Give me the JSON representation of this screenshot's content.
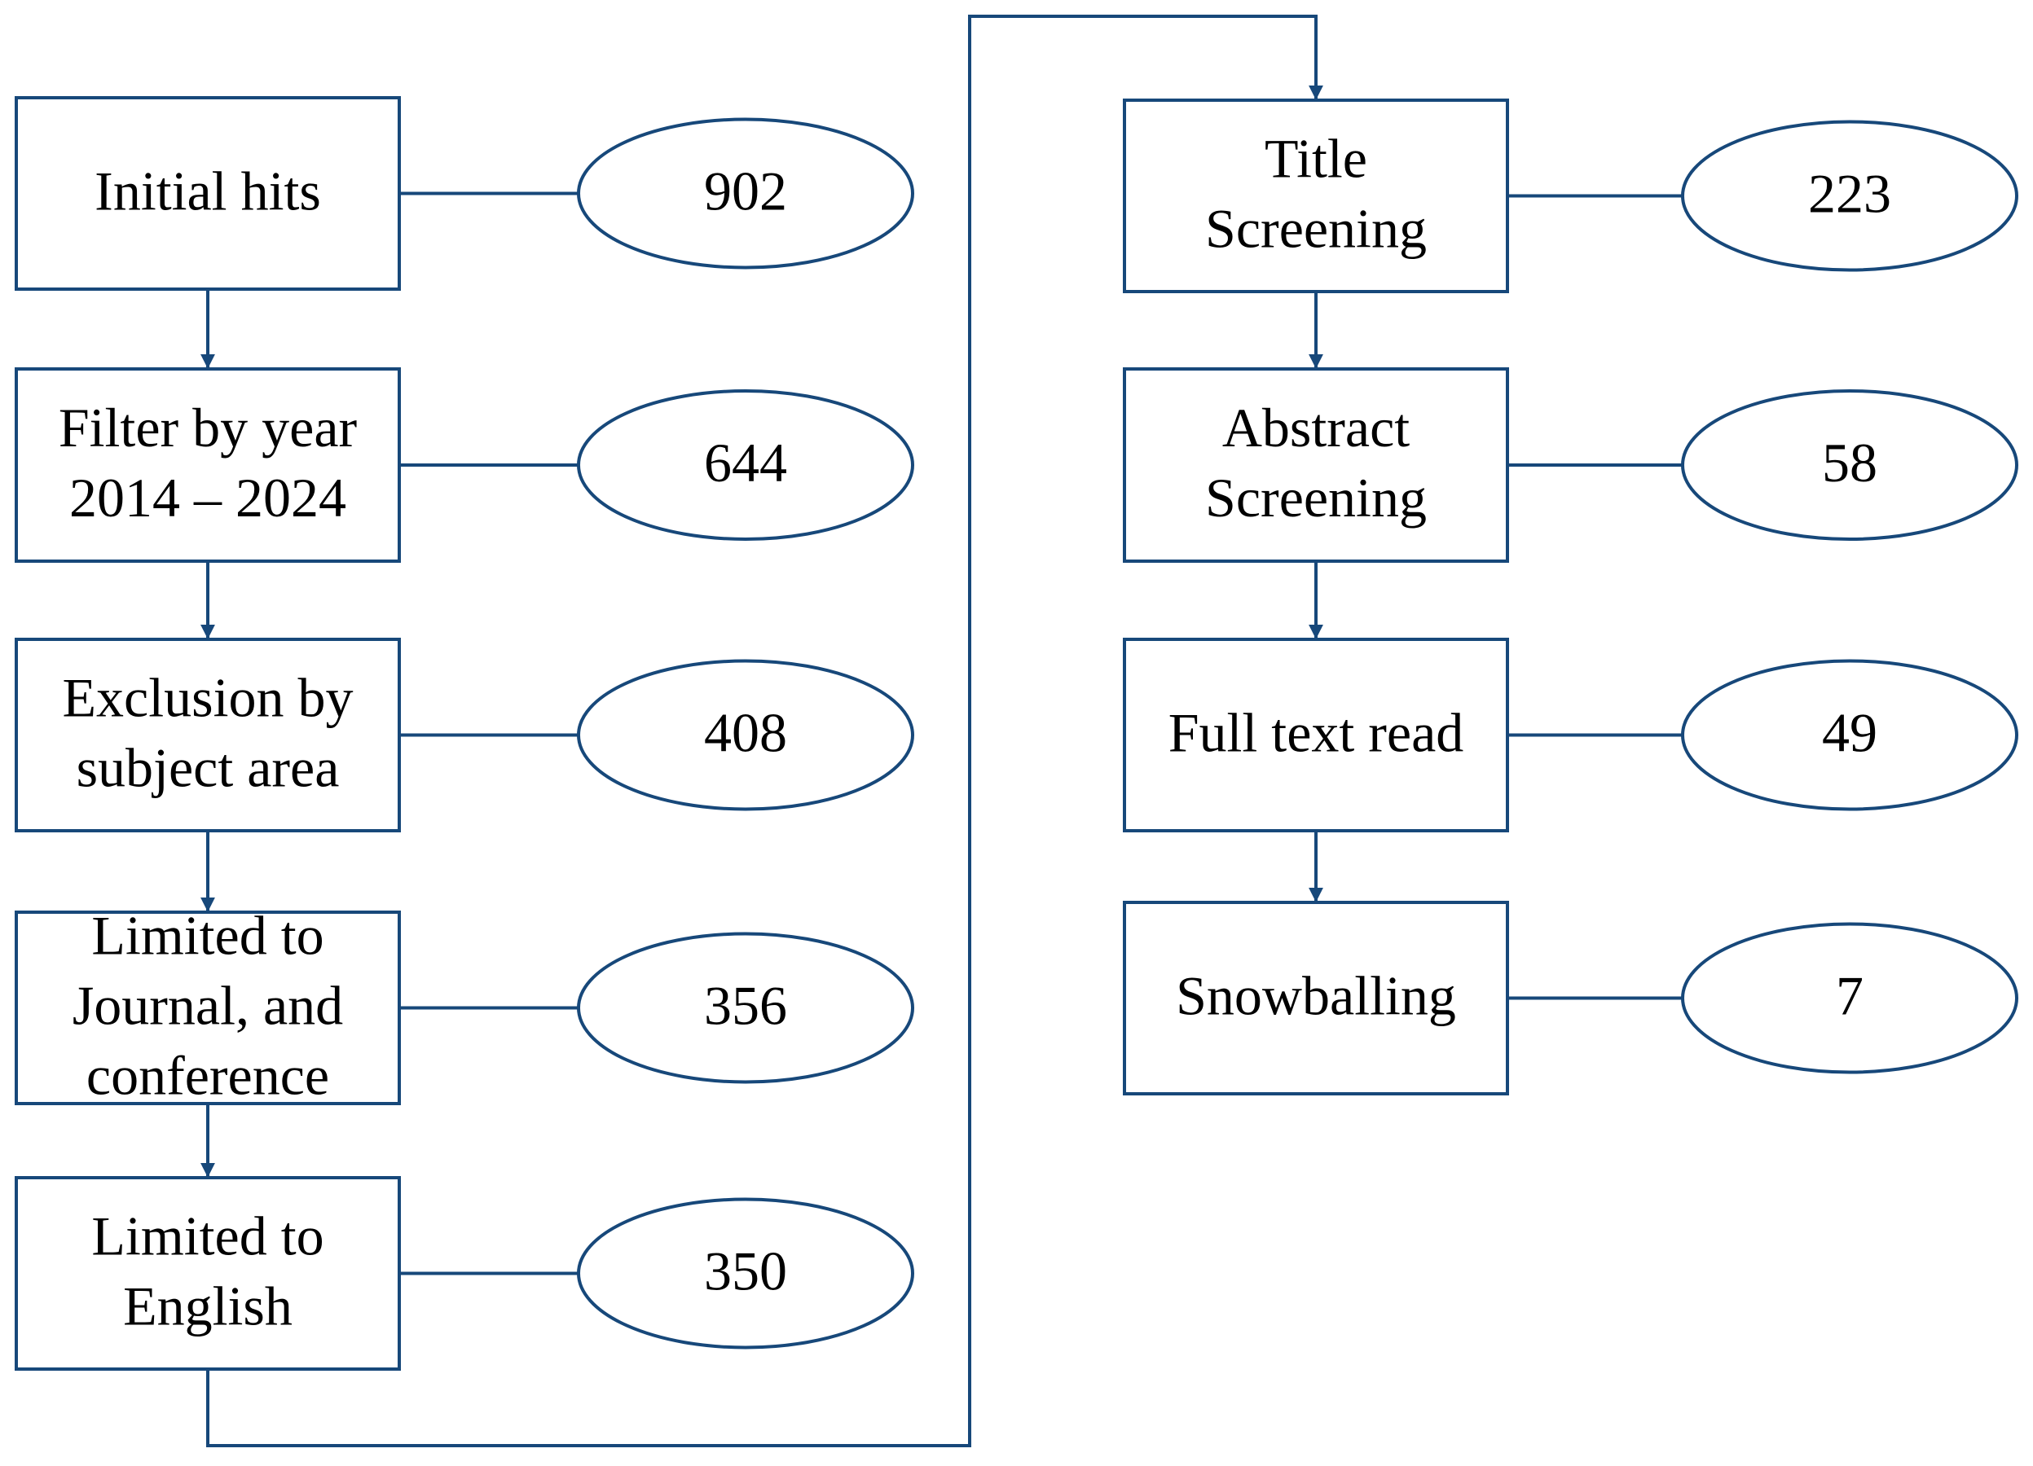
{
  "left_column": [
    {
      "lines": [
        "Initial hits"
      ],
      "count": "902"
    },
    {
      "lines": [
        "Filter by year",
        "2014 – 2024"
      ],
      "count": "644"
    },
    {
      "lines": [
        "Exclusion by",
        "subject area"
      ],
      "count": "408"
    },
    {
      "lines": [
        "Limited to",
        "Journal, and",
        "conference"
      ],
      "count": "356"
    },
    {
      "lines": [
        "Limited to",
        "English"
      ],
      "count": "350"
    }
  ],
  "right_column": [
    {
      "lines": [
        "Title",
        "Screening"
      ],
      "count": "223"
    },
    {
      "lines": [
        "Abstract",
        "Screening"
      ],
      "count": "58"
    },
    {
      "lines": [
        "Full text read"
      ],
      "count": "49"
    },
    {
      "lines": [
        "Snowballing"
      ],
      "count": "7"
    }
  ],
  "colors": {
    "stroke": "#17487a",
    "text": "#000000",
    "background": "#ffffff"
  }
}
